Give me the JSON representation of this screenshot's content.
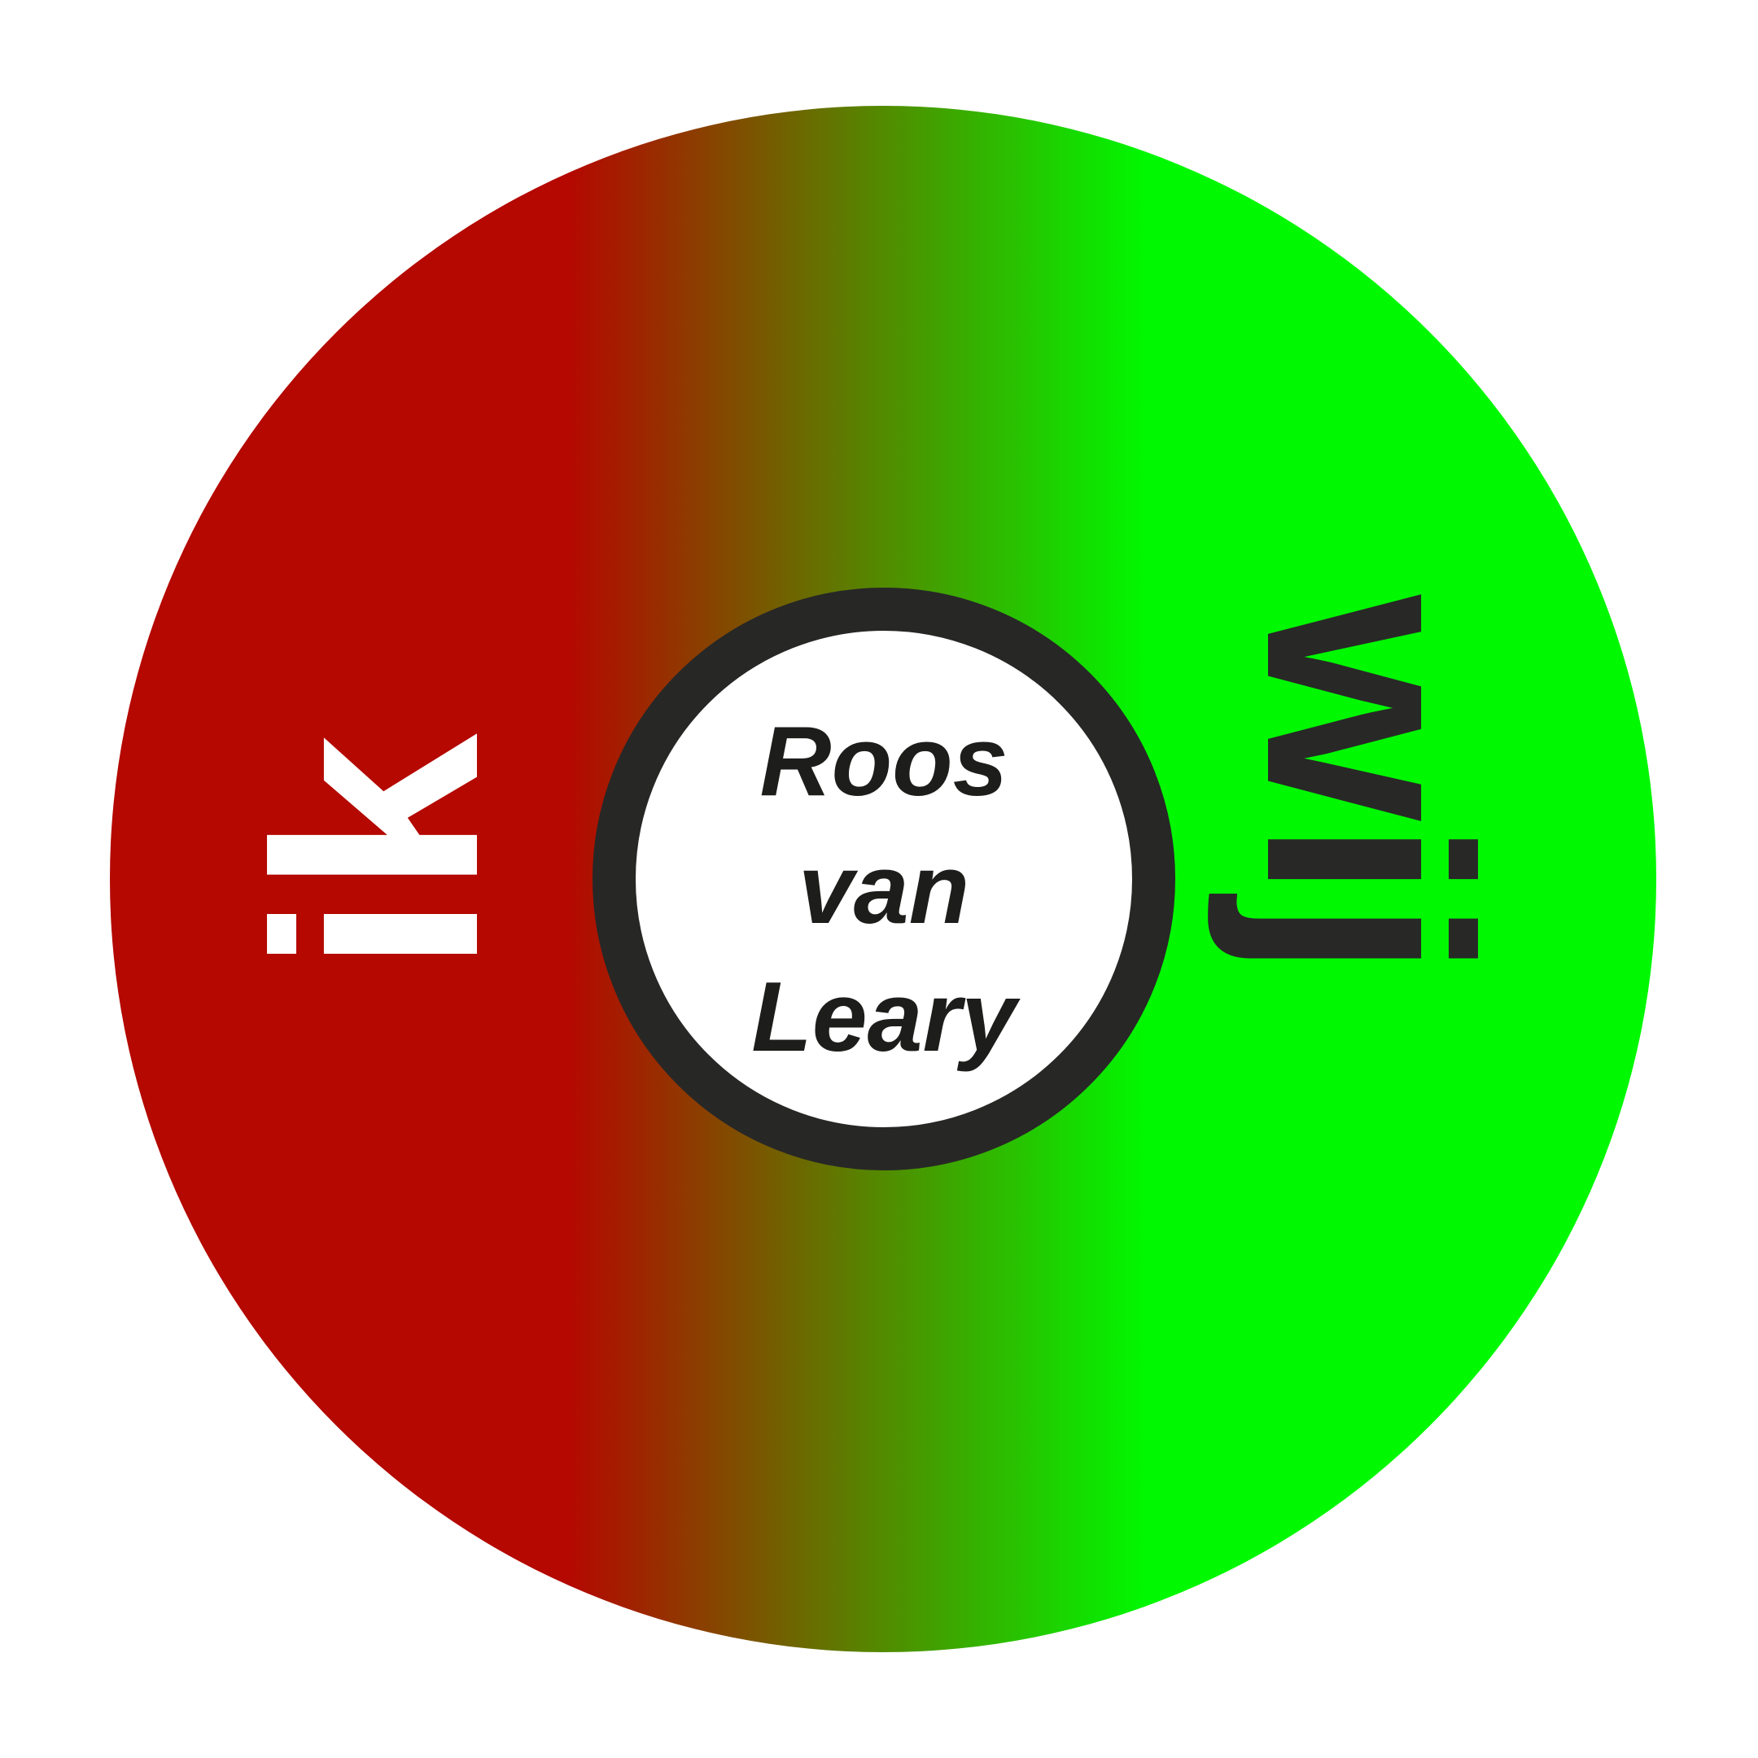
{
  "wheel": {
    "left_label": "ik",
    "right_label": "wij",
    "gradient_left_color": "#b40800",
    "gradient_right_color": "#00f800",
    "left_label_color": "#ffffff",
    "right_label_color": "#282827"
  },
  "hub": {
    "title_lines": [
      "Roos",
      "van",
      "Leary"
    ],
    "ring_color": "#272726",
    "fill_color": "#ffffff",
    "title_color": "#1d1d1b"
  }
}
